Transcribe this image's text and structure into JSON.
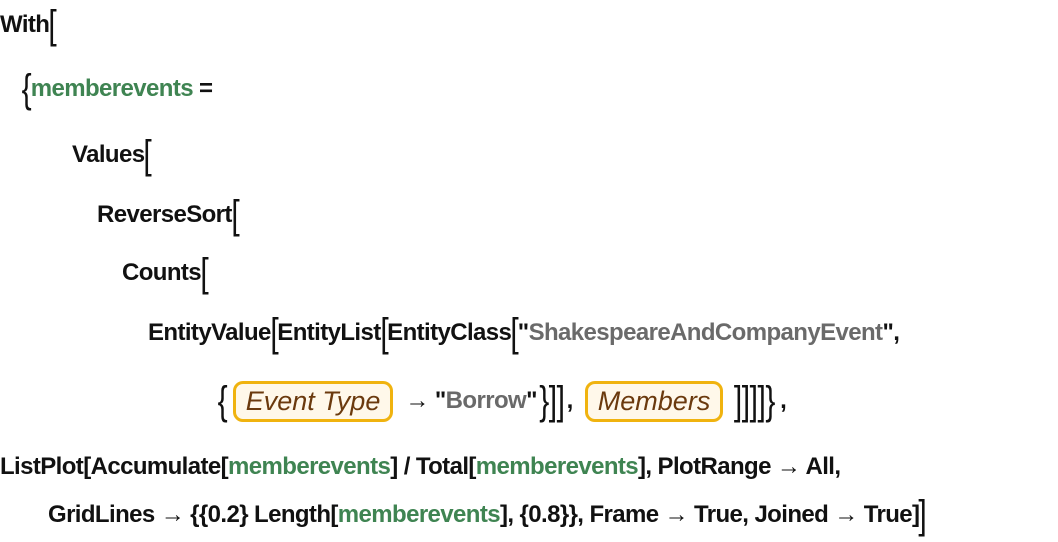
{
  "code_lines": [
    {
      "tokens": [
        {
          "t": "With",
          "c": "k"
        },
        {
          "t": "[",
          "c": "b"
        }
      ]
    },
    {
      "tokens": [
        {
          "t": "{",
          "c": "b"
        },
        {
          "t": "memberevents",
          "c": "v"
        },
        {
          "t": " =",
          "c": "k"
        }
      ]
    },
    {
      "tokens": [
        {
          "t": "Values",
          "c": "k"
        },
        {
          "t": "[",
          "c": "b"
        }
      ]
    },
    {
      "tokens": [
        {
          "t": "ReverseSort",
          "c": "k"
        },
        {
          "t": "[",
          "c": "b"
        }
      ]
    },
    {
      "tokens": [
        {
          "t": "Counts",
          "c": "k"
        },
        {
          "t": "[",
          "c": "b"
        }
      ]
    },
    {
      "tokens": [
        {
          "t": "EntityValue",
          "c": "k"
        },
        {
          "t": "[",
          "c": "b"
        },
        {
          "t": "EntityList",
          "c": "k"
        },
        {
          "t": "[",
          "c": "b"
        },
        {
          "t": "EntityClass",
          "c": "k"
        },
        {
          "t": "[",
          "c": "b"
        },
        {
          "t": "\"",
          "c": "k"
        },
        {
          "t": "ShakespeareAndCompanyEvent",
          "c": "s"
        },
        {
          "t": "\",",
          "c": "k"
        }
      ]
    },
    {
      "tokens": [
        {
          "t": "{",
          "c": "b"
        },
        {
          "t": "Event Type",
          "c": "ent"
        },
        {
          "t": " → \"",
          "c": "k"
        },
        {
          "t": "Borrow",
          "c": "s"
        },
        {
          "t": "\"",
          "c": "k"
        },
        {
          "t": "}]]",
          "c": "b"
        },
        {
          "t": ", ",
          "c": "k"
        },
        {
          "t": "Members",
          "c": "ent"
        },
        {
          "t": "]]]]}",
          "c": "b"
        },
        {
          "t": ",",
          "c": "k"
        }
      ]
    },
    {
      "tokens": [
        {
          "t": "ListPlot[Accumulate[",
          "c": "k"
        },
        {
          "t": "memberevents",
          "c": "v"
        },
        {
          "t": "] / Total[",
          "c": "k"
        },
        {
          "t": "memberevents",
          "c": "v"
        },
        {
          "t": "], PlotRange → All,",
          "c": "k"
        }
      ]
    },
    {
      "tokens": [
        {
          "t": "GridLines → {{0.2} Length[",
          "c": "k"
        },
        {
          "t": "memberevents",
          "c": "v"
        },
        {
          "t": "], {0.8}}, Frame → True, Joined → True]",
          "c": "k"
        },
        {
          "t": "]",
          "c": "b"
        }
      ]
    }
  ]
}
